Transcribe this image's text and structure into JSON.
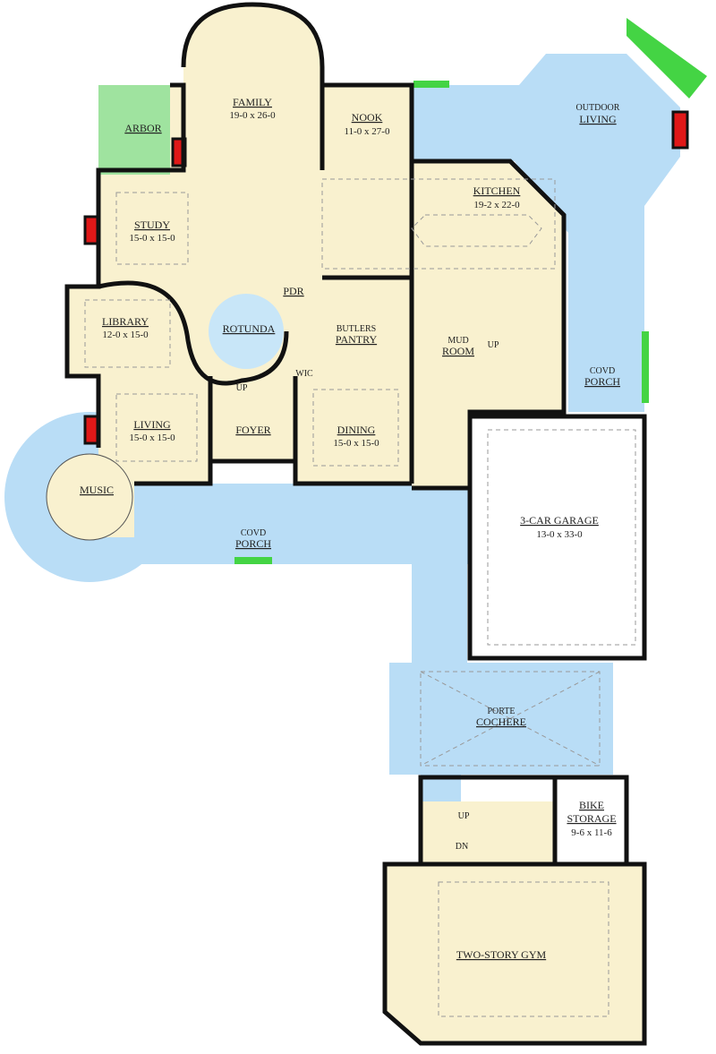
{
  "colors": {
    "interior": "#f9f1cf",
    "porch": "#b9ddf6",
    "garage": "#ffffff",
    "green": "#44d444",
    "fireplace": "#e01818",
    "wall": "#111111"
  },
  "rooms": {
    "family": {
      "name": "FAMILY",
      "dim": "19-0 x 26-0"
    },
    "nook": {
      "name": "NOOK",
      "dim": "11-0 x 27-0"
    },
    "outdoor": {
      "name1": "OUTDOOR",
      "name2": "LIVING"
    },
    "arbor": {
      "name": "ARBOR"
    },
    "kitchen": {
      "name": "KITCHEN",
      "dim": "19-2 x 22-0"
    },
    "study": {
      "name": "STUDY",
      "dim": "15-0 x 15-0"
    },
    "library": {
      "name": "LIBRARY",
      "dim": "12-0 x 15-0"
    },
    "rotunda": {
      "name": "ROTUNDA",
      "up": "UP"
    },
    "pdr": {
      "name": "PDR"
    },
    "wic": {
      "name": "WIC"
    },
    "butlers": {
      "name1": "BUTLERS",
      "name2": "PANTRY"
    },
    "mud": {
      "name1": "MUD",
      "name2": "ROOM",
      "up": "UP"
    },
    "covd_porch_east": {
      "name1": "COVD",
      "name2": "PORCH"
    },
    "living": {
      "name": "LIVING",
      "dim": "15-0 x 15-0"
    },
    "foyer": {
      "name": "FOYER"
    },
    "dining": {
      "name": "DINING",
      "dim": "15-0 x 15-0"
    },
    "music": {
      "name": "MUSIC"
    },
    "covd_porch_front": {
      "name1": "COVD",
      "name2": "PORCH"
    },
    "garage": {
      "name": "3-CAR GARAGE",
      "dim": "13-0 x 33-0"
    },
    "porte": {
      "name1": "PORTE",
      "name2": "COCHERE"
    },
    "bike": {
      "name1": "BIKE",
      "name2": "STORAGE",
      "dim": "9-6 x 11-6"
    },
    "stair": {
      "up": "UP",
      "dn": "DN"
    },
    "gym": {
      "name": "TWO-STORY GYM"
    }
  }
}
